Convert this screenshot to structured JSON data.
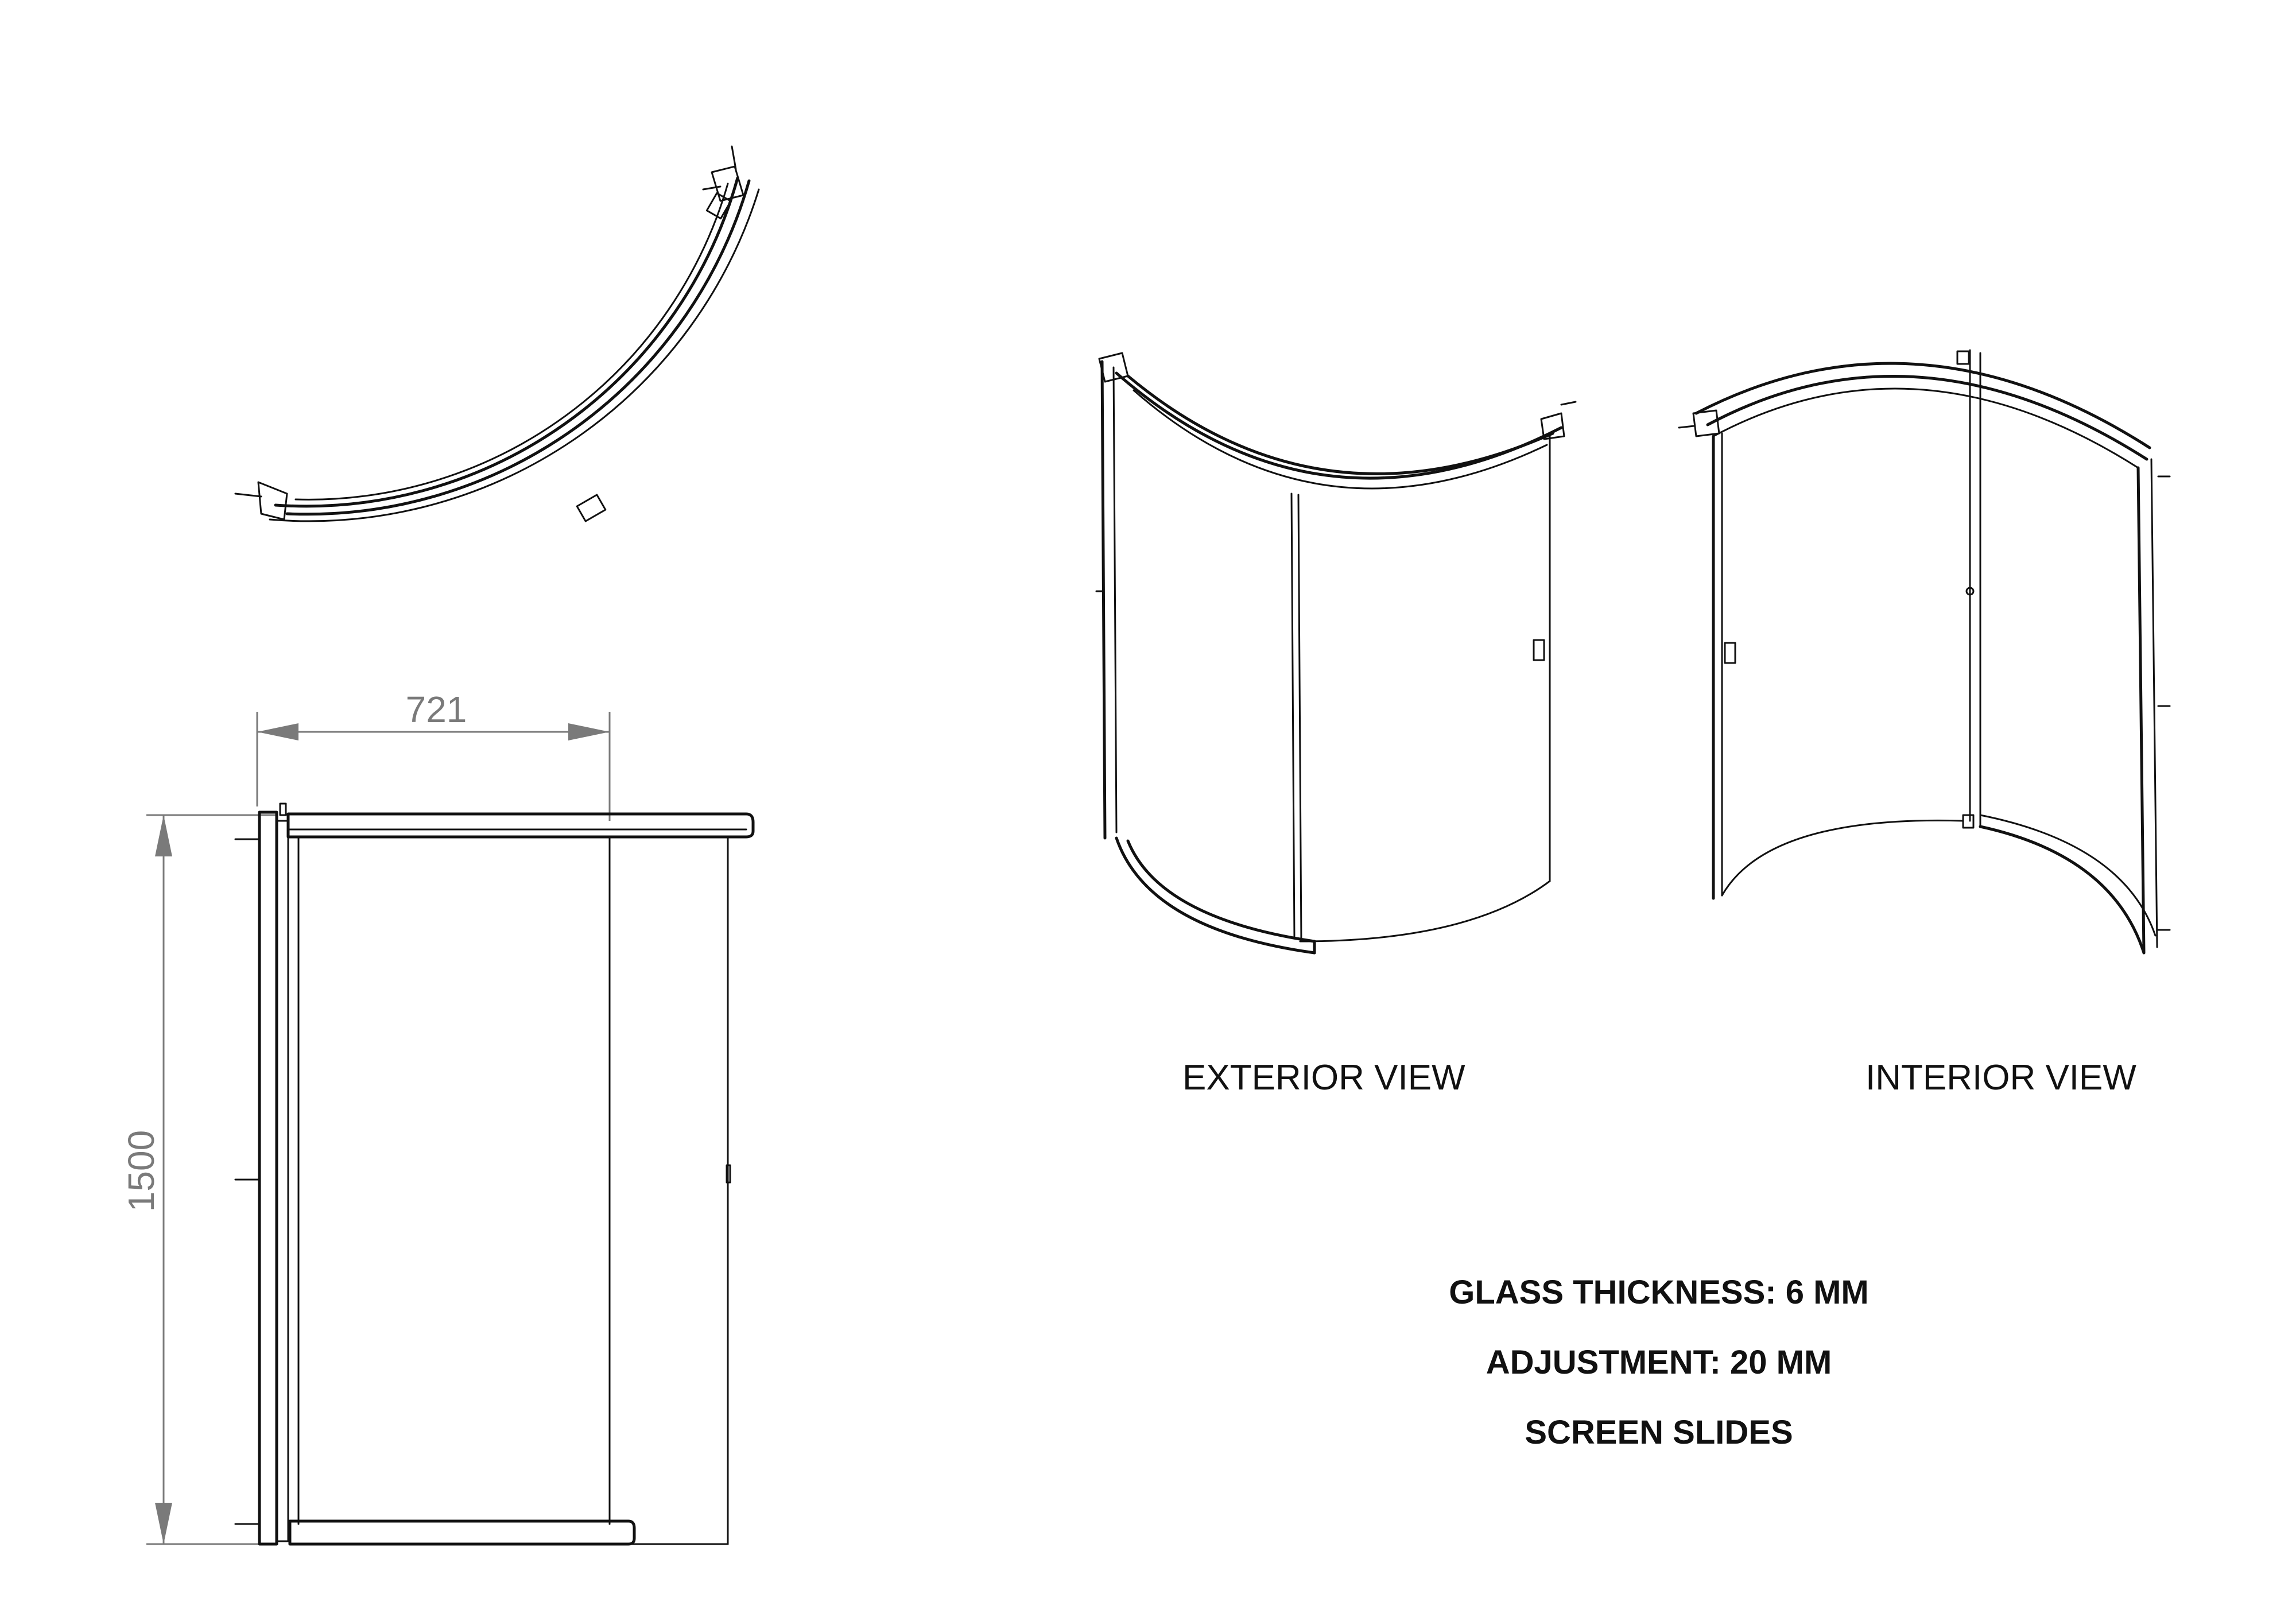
{
  "dimensions": {
    "width_value": "721",
    "height_value": "1500"
  },
  "views": {
    "exterior_label": "EXTERIOR VIEW",
    "interior_label": "INTERIOR VIEW"
  },
  "notes": {
    "glass_thickness": "GLASS THICKNESS: 6 MM",
    "adjustment": "ADJUSTMENT: 20 MM",
    "screen": "SCREEN SLIDES"
  }
}
